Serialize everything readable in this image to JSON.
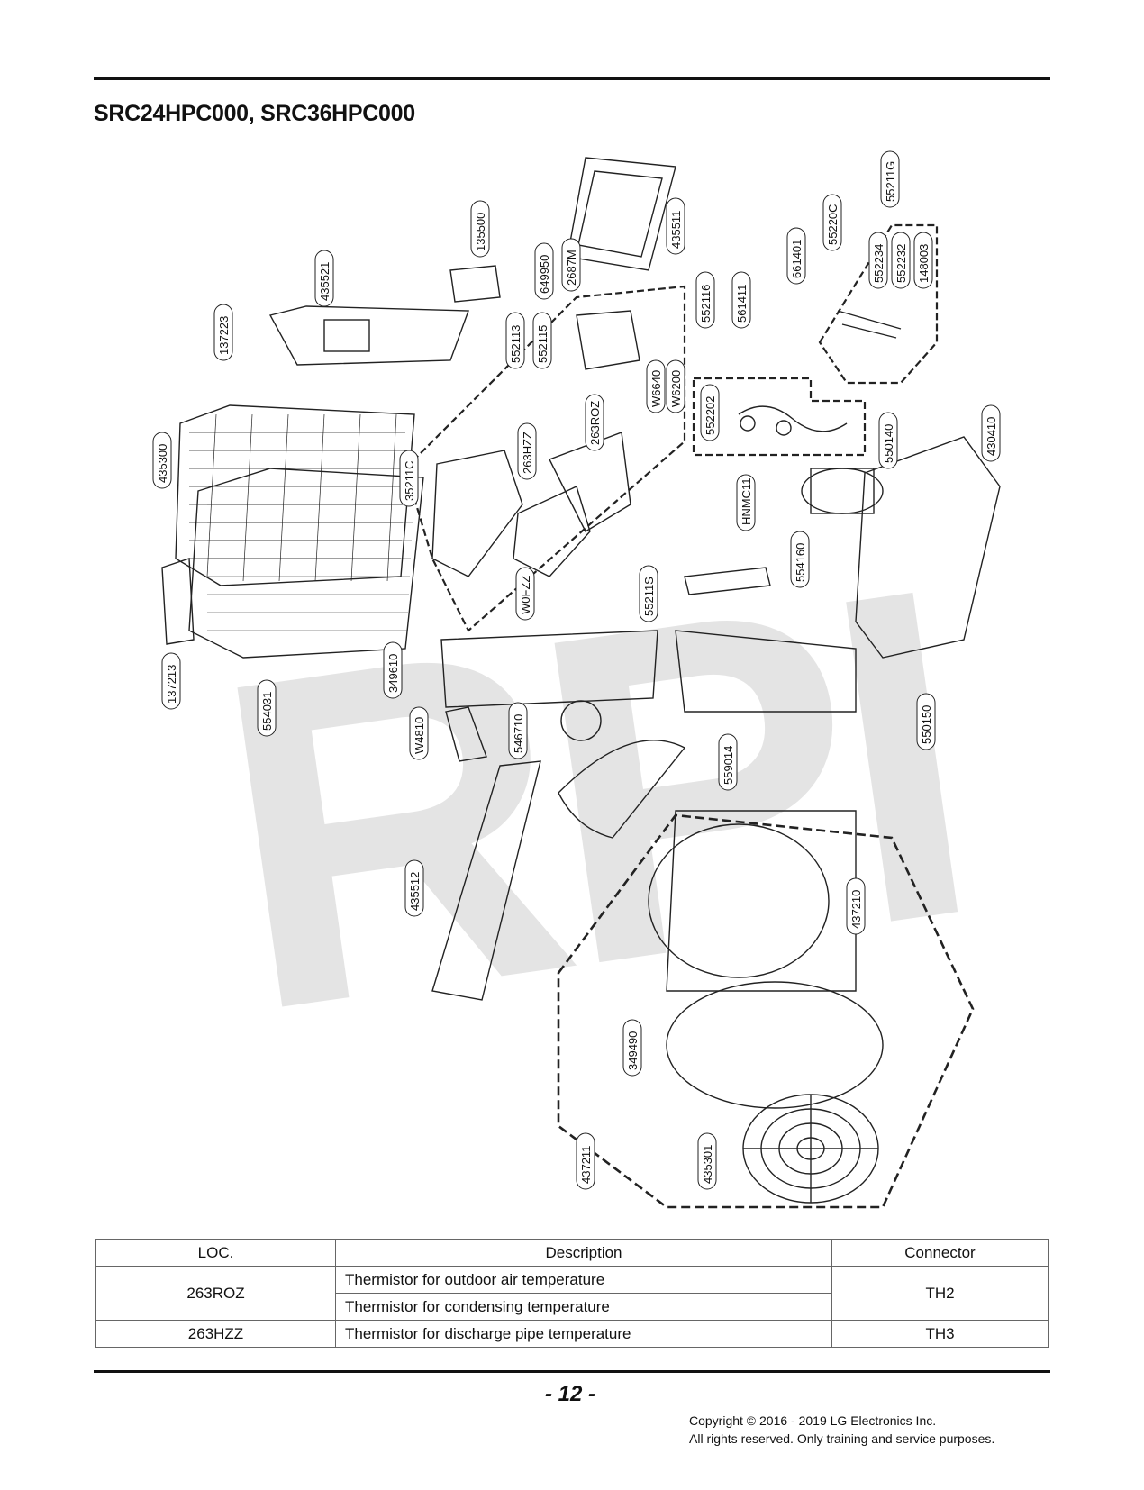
{
  "title": "SRC24HPC000, SRC36HPC000",
  "watermark": "RPI",
  "callouts": [
    {
      "id": "435521",
      "name": "callout-435521"
    },
    {
      "id": "135500",
      "name": "callout-135500"
    },
    {
      "id": "137223",
      "name": "callout-137223"
    },
    {
      "id": "552113",
      "name": "callout-552113"
    },
    {
      "id": "552115",
      "name": "callout-552115"
    },
    {
      "id": "649950",
      "name": "callout-649950"
    },
    {
      "id": "2687M",
      "name": "callout-2687M"
    },
    {
      "id": "435511",
      "name": "callout-435511"
    },
    {
      "id": "552116",
      "name": "callout-552116"
    },
    {
      "id": "561411",
      "name": "callout-561411"
    },
    {
      "id": "661401",
      "name": "callout-661401"
    },
    {
      "id": "55220C",
      "name": "callout-55220C"
    },
    {
      "id": "55211G",
      "name": "callout-55211G"
    },
    {
      "id": "552234",
      "name": "callout-552234"
    },
    {
      "id": "552232",
      "name": "callout-552232"
    },
    {
      "id": "148003",
      "name": "callout-148003"
    },
    {
      "id": "W6640",
      "name": "callout-W6640"
    },
    {
      "id": "W6200",
      "name": "callout-W6200"
    },
    {
      "id": "263ROZ",
      "name": "callout-263ROZ"
    },
    {
      "id": "263HZZ",
      "name": "callout-263HZZ"
    },
    {
      "id": "552202",
      "name": "callout-552202"
    },
    {
      "id": "550140",
      "name": "callout-550140"
    },
    {
      "id": "430410",
      "name": "callout-430410"
    },
    {
      "id": "435300",
      "name": "callout-435300"
    },
    {
      "id": "35211C",
      "name": "callout-35211C"
    },
    {
      "id": "HNMC11",
      "name": "callout-HNMC11"
    },
    {
      "id": "554160",
      "name": "callout-554160"
    },
    {
      "id": "W0FZZ",
      "name": "callout-W0FZZ"
    },
    {
      "id": "55211S",
      "name": "callout-55211S"
    },
    {
      "id": "137213",
      "name": "callout-137213"
    },
    {
      "id": "554031",
      "name": "callout-554031"
    },
    {
      "id": "349610",
      "name": "callout-349610"
    },
    {
      "id": "550150",
      "name": "callout-550150"
    },
    {
      "id": "W4810",
      "name": "callout-W4810"
    },
    {
      "id": "546710",
      "name": "callout-546710"
    },
    {
      "id": "559014",
      "name": "callout-559014"
    },
    {
      "id": "435512",
      "name": "callout-435512"
    },
    {
      "id": "437210",
      "name": "callout-437210"
    },
    {
      "id": "349490",
      "name": "callout-349490"
    },
    {
      "id": "435301",
      "name": "callout-435301"
    },
    {
      "id": "437211",
      "name": "callout-437211"
    }
  ],
  "table": {
    "headers": {
      "loc": "LOC.",
      "description": "Description",
      "connector": "Connector"
    },
    "rows": [
      {
        "loc": "263ROZ",
        "descriptions": [
          "Thermistor for outdoor air temperature",
          "Thermistor for condensing temperature"
        ],
        "connector": "TH2"
      },
      {
        "loc": "263HZZ",
        "descriptions": [
          "Thermistor for discharge pipe temperature"
        ],
        "connector": "TH3"
      }
    ]
  },
  "footer": {
    "page_number": "- 12 -",
    "copyright": "Copyright © 2016 - 2019 LG Electronics Inc.",
    "rights": "All rights reserved. Only training and service purposes."
  }
}
